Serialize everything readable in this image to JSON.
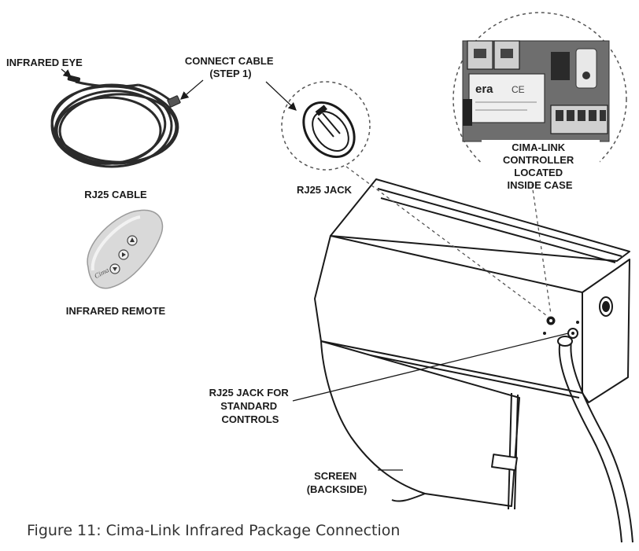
{
  "labels": {
    "infrared_eye": "INFRARED EYE",
    "connect_cable": [
      "CONNECT CABLE",
      "(STEP 1)"
    ],
    "rj25_cable": "RJ25 CABLE",
    "infrared_remote": "INFRARED REMOTE",
    "rj25_jack": "RJ25 JACK",
    "controller": [
      "CIMA-LINK",
      "CONTROLLER",
      "LOCATED",
      "INSIDE CASE"
    ],
    "rj25_jack_standard": [
      "RJ25 JACK FOR",
      "STANDARD",
      "CONTROLS"
    ],
    "screen": [
      "SCREEN",
      "(BACKSIDE)"
    ]
  },
  "remote": {
    "brand": "Cima"
  },
  "board": {
    "relay_brand": "era",
    "relay_mark": "CE"
  },
  "caption": "Figure 11: Cima-Link Infrared Package Connection",
  "colors": {
    "line": "#1a1a1a",
    "photo_dark": "#3a3a3a",
    "board": "#6e6e6e",
    "text": "#1a1a1a"
  }
}
